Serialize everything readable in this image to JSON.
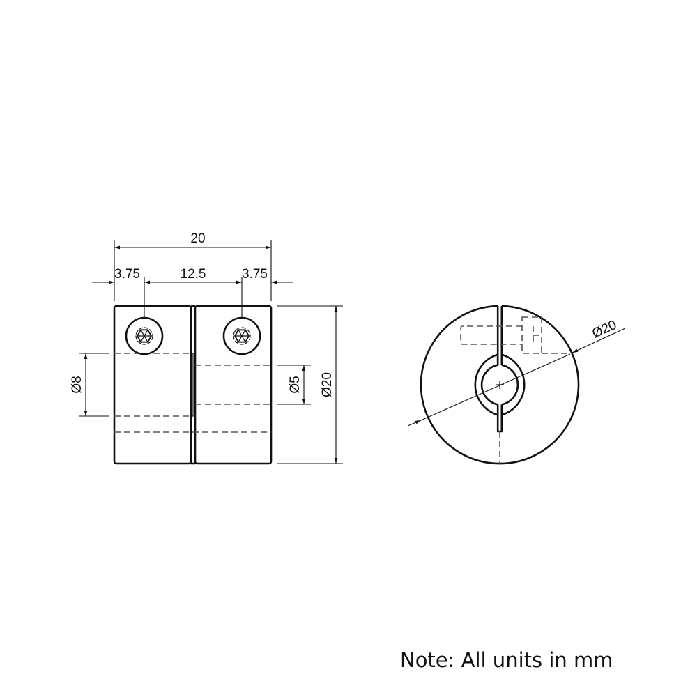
{
  "drawing": {
    "type": "technical-drawing",
    "subject": "clamp-style shaft coupling",
    "views": [
      "side-view",
      "end-view"
    ],
    "colors": {
      "line": "#111111",
      "hidden_line": "#555555",
      "background": "#ffffff"
    }
  },
  "side_view": {
    "dimensions": {
      "overall_length": "20",
      "left_screw_offset": "3.75",
      "screw_spacing": "12.5",
      "right_screw_offset": "3.75",
      "left_bore": "Ø8",
      "right_bore": "Ø5",
      "outer_diameter": "Ø20"
    },
    "screws": [
      {
        "name": "left-clamp-screw",
        "icon": "hex-socket-screw-head"
      },
      {
        "name": "right-clamp-screw",
        "icon": "hex-socket-screw-head"
      }
    ]
  },
  "end_view": {
    "dimensions": {
      "outer_diameter": "Ø20"
    },
    "features": [
      "clamp-slot",
      "bore",
      "hidden-clamp-screw",
      "center-mark"
    ]
  },
  "note": "Note: All units in mm"
}
